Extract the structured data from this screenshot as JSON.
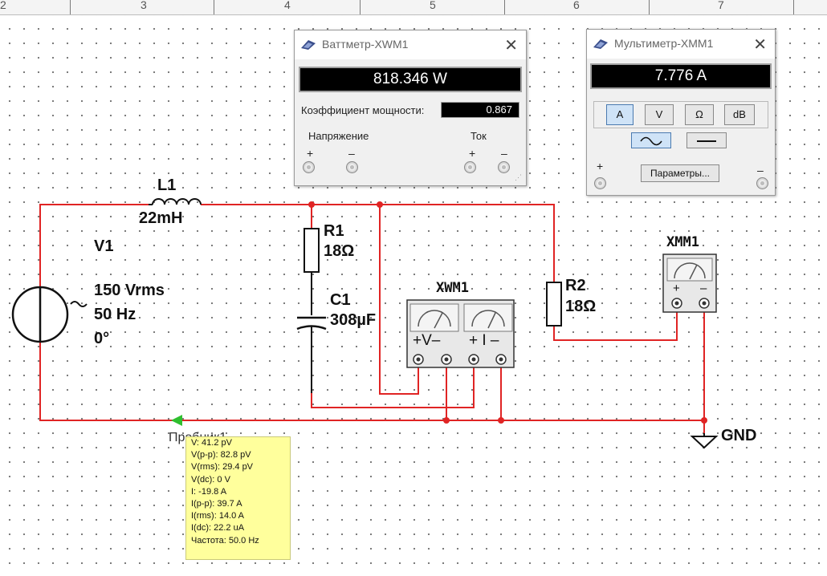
{
  "ruler": {
    "numbers": [
      "2",
      "3",
      "4",
      "5",
      "6",
      "7"
    ]
  },
  "components": {
    "L1": {
      "name": "L1",
      "value": "22mH"
    },
    "V1": {
      "name": "V1",
      "voltage": "150 Vrms",
      "frequency": "50 Hz",
      "phase": "0°"
    },
    "R1": {
      "name": "R1",
      "value": "18Ω"
    },
    "C1": {
      "name": "C1",
      "value": "308µF"
    },
    "R2": {
      "name": "R2",
      "value": "18Ω"
    },
    "XWM1": {
      "name": "XWM1",
      "v_label": "+V–",
      "i_label": "+ I –"
    },
    "XMM1": {
      "name": "XMM1",
      "plus": "+",
      "minus": "–"
    },
    "GND": {
      "name": "GND"
    },
    "probe_name": "Пробник1"
  },
  "wattmeter_window": {
    "title": "Ваттметр-XWM1",
    "reading": "818.346 W",
    "pf_label": "Коэффициент мощности:",
    "pf_value": "0.867",
    "voltage_label": "Напряжение",
    "current_label": "Ток",
    "plus": "+",
    "minus": "–"
  },
  "multimeter_window": {
    "title": "Мультиметр-XMM1",
    "reading": "7.776 A",
    "modes": [
      "A",
      "V",
      "Ω",
      "dB"
    ],
    "selected_mode": "A",
    "params_button": "Параметры...",
    "plus": "+",
    "minus": "–"
  },
  "probe_tooltip": {
    "lines": [
      "V: 41.2 pV",
      "V(p-p): 82.8 pV",
      "V(rms): 29.4 pV",
      "V(dc): 0 V",
      "I: -19.8 A",
      "I(p-p): 39.7 A",
      "I(rms): 14.0 A",
      "I(dc): 22.2 uA",
      "Частота: 50.0 Hz"
    ]
  },
  "colors": {
    "wire": "#e02424",
    "probe": "#2fbf2f",
    "tooltip": "#ffff9c",
    "display_bg": "#000000"
  },
  "icons": {
    "window_icon": "multisim-instrument-icon",
    "probe": "probe-arrow-icon",
    "ground": "ground-icon"
  }
}
